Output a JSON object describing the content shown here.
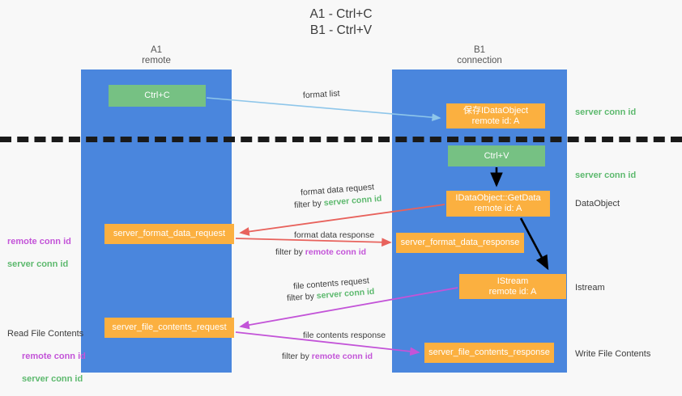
{
  "title": "A1 - Ctrl+C\nB1 - Ctrl+V",
  "lanes": [
    {
      "name": "lane-a1",
      "heading": "A1\nremote",
      "color": "#4a86dd"
    },
    {
      "name": "lane-b1",
      "heading": "B1\nconnection",
      "color": "#4a86dd"
    }
  ],
  "colors": {
    "lane": "#4a86dd",
    "green_node": "#76c183",
    "orange_node": "#fbb040",
    "server_conn_id": "#5db96e",
    "remote_conn_id": "#c354d8",
    "arrow_blue": "#8ec6ea",
    "arrow_red": "#e8625c",
    "arrow_magenta": "#c354d8",
    "arrow_black": "#000000",
    "divider": "#1a1a1a"
  },
  "nodes": {
    "ctrl_c": "Ctrl+C",
    "save_idataobject": "保存IDataObject\nremote id: A",
    "ctrl_v": "Ctrl+V",
    "idataobject_getdata": "IDataObject::GetData\nremote id: A",
    "server_format_data_request": "server_format_data_request",
    "server_format_data_response": "server_format_data_response",
    "istream": "IStream\nremote id: A",
    "server_file_contents_request": "server_file_contents_request",
    "server_file_contents_response": "server_file_contents_response"
  },
  "edge_labels": {
    "format_list": "format list",
    "format_data_request": "format data request",
    "format_data_request_filter_prefix": "filter by ",
    "format_data_request_filter_key": "server conn id",
    "format_data_response": "format data response",
    "format_data_response_filter_prefix": "filter by ",
    "format_data_response_filter_key": "remote conn id",
    "file_contents_request": "file contents request",
    "file_contents_request_filter_prefix": "filter by ",
    "file_contents_request_filter_key": "server conn id",
    "file_contents_response": "file contents response",
    "file_contents_response_filter_prefix": "filter by ",
    "file_contents_response_filter_key": "remote conn id"
  },
  "right_notes": {
    "server_conn_id_top": "server conn id",
    "server_conn_id_mid": "server conn id",
    "data_object": "DataObject",
    "istream": "Istream",
    "write_file_contents": "Write File Contents"
  },
  "left_notes": {
    "format_remote": "remote conn id",
    "format_server": "server conn id",
    "read_file_contents": "Read File Contents",
    "file_remote": "remote conn id",
    "file_server": "server conn id"
  }
}
